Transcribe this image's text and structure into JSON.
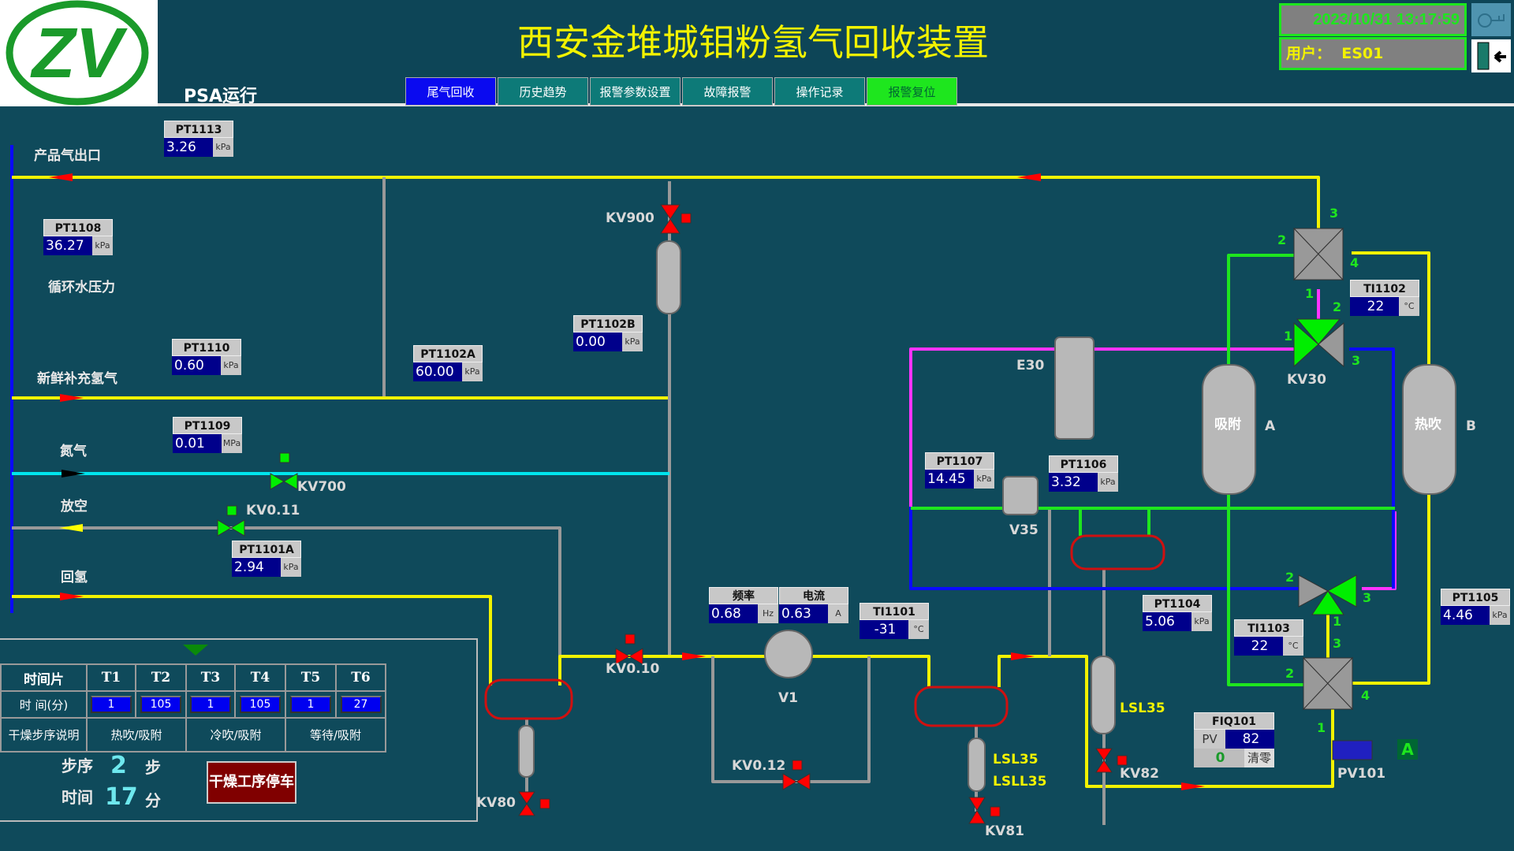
{
  "header": {
    "logo": "ZV",
    "title": "西安金堆城钼粉氢气回收装置",
    "mode": "PSA运行",
    "datetime": "2023/10/31  13:17:59",
    "user_label": "用户：",
    "user": "ES01"
  },
  "nav": [
    {
      "label": "尾气回收",
      "active": true
    },
    {
      "label": "历史趋势"
    },
    {
      "label": "报警参数设置"
    },
    {
      "label": "故障报警"
    },
    {
      "label": "操作记录"
    },
    {
      "label": "报警复位"
    }
  ],
  "icons": {
    "login": "key-icon",
    "logout": "exit-door-icon"
  },
  "colors": {
    "hydrogen": "#f2f200",
    "nitrogen": "#00e5ee",
    "vent": "#a0a0a0",
    "adsorb": "#1ee61e",
    "hot": "#ff33ff",
    "cold": "#0a0aff",
    "valve_closed": "#ff0000",
    "valve_open": "#00ee00"
  },
  "lines": {
    "product": "产品气出口",
    "cooling_water": "循环水压力",
    "fresh_h2": "新鲜补充氢气",
    "nitrogen": "氮气",
    "vent": "放空",
    "return_h2": "回氢"
  },
  "instruments": [
    {
      "tag": "PT1113",
      "value": "3.26",
      "unit": "kPa"
    },
    {
      "tag": "PT1108",
      "value": "36.27",
      "unit": "kPa"
    },
    {
      "tag": "PT1110",
      "value": "0.60",
      "unit": "kPa"
    },
    {
      "tag": "PT1102A",
      "value": "60.00",
      "unit": "kPa"
    },
    {
      "tag": "PT1102B",
      "value": "0.00",
      "unit": "kPa"
    },
    {
      "tag": "PT1109",
      "value": "0.01",
      "unit": "MPa"
    },
    {
      "tag": "PT1101A",
      "value": "2.94",
      "unit": "kPa"
    },
    {
      "tag": "PT1107",
      "value": "14.45",
      "unit": "kPa"
    },
    {
      "tag": "PT1106",
      "value": "3.32",
      "unit": "kPa"
    },
    {
      "tag": "TI1102",
      "value": "22",
      "unit": "°C"
    },
    {
      "tag": "PT1104",
      "value": "5.06",
      "unit": "kPa"
    },
    {
      "tag": "TI1103",
      "value": "22",
      "unit": "°C"
    },
    {
      "tag": "PT1105",
      "value": "4.46",
      "unit": "kPa"
    },
    {
      "tag": "TI1101",
      "value": "-31",
      "unit": "°C"
    },
    {
      "tag": "频率",
      "value": "0.68",
      "unit": "Hz"
    },
    {
      "tag": "电流",
      "value": "0.63",
      "unit": "A"
    }
  ],
  "fiq": {
    "tag": "FIQ101",
    "pv_label": "PV",
    "pv": "82",
    "total": "0",
    "reset": "清零"
  },
  "equipment": {
    "kv900": "KV900",
    "kv700": "KV700",
    "kv011": "KV0.11",
    "kv010": "KV0.10",
    "kv012": "KV0.12",
    "kv80": "KV80",
    "kv81": "KV81",
    "kv82": "KV82",
    "kv30": "KV30",
    "v35": "V35",
    "v1": "V1",
    "e30": "E30",
    "lsl35a": "LSL35",
    "lsl35b": "LSL35",
    "lsll35": "LSLL35",
    "pv101": "PV101",
    "pv101_mode": "A",
    "col_a": "吸附",
    "col_a_id": "A",
    "col_b": "热吹",
    "col_b_id": "B"
  },
  "ports": [
    "3",
    "2",
    "4",
    "1",
    "2",
    "1",
    "3",
    "2",
    "1",
    "3",
    "3",
    "2",
    "4",
    "1"
  ],
  "table": {
    "headers": [
      "时间片",
      "T1",
      "T2",
      "T3",
      "T4",
      "T5",
      "T6"
    ],
    "time_label": "时 间(分)",
    "times": [
      "1",
      "105",
      "1",
      "105",
      "1",
      "27"
    ],
    "desc_label": "干燥步序说明",
    "desc": [
      "热吹/吸附",
      "冷吹/吸附",
      "等待/吸附"
    ]
  },
  "status": {
    "step_label": "步序",
    "step": "2",
    "step_unit": "步",
    "time_label": "时间",
    "time": "17",
    "time_unit": "分"
  },
  "stop_button": "干燥工序停车"
}
